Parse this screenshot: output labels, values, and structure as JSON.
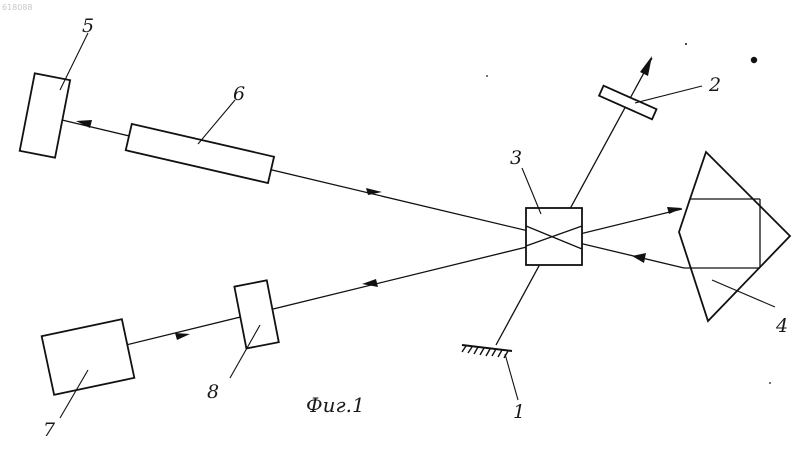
{
  "figure": {
    "caption": "Фиг.1",
    "corner_text": "618088",
    "ink_color": "#111111",
    "paper_color": "#ffffff"
  },
  "elements": [
    {
      "id": "1",
      "label": "1"
    },
    {
      "id": "2",
      "label": "2"
    },
    {
      "id": "3",
      "label": "3"
    },
    {
      "id": "4",
      "label": "4"
    },
    {
      "id": "5",
      "label": "5"
    },
    {
      "id": "6",
      "label": "6"
    },
    {
      "id": "7",
      "label": "7"
    },
    {
      "id": "8",
      "label": "8"
    }
  ]
}
